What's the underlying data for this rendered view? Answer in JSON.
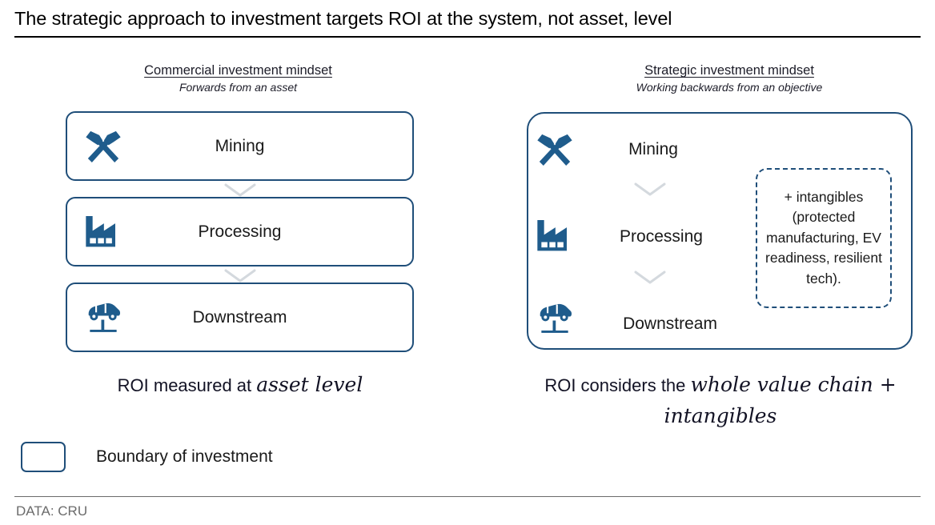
{
  "title": "The strategic approach to investment targets ROI at the system, not asset, level",
  "columns": {
    "left": {
      "heading": "Commercial investment mindset",
      "subheading": "Forwards from an asset",
      "stages": [
        {
          "label": "Mining",
          "icon": "crossed-hammers-icon"
        },
        {
          "label": "Processing",
          "icon": "factory-icon"
        },
        {
          "label": "Downstream",
          "icon": "car-on-lift-icon"
        }
      ],
      "caption_plain": "ROI measured at ",
      "caption_script": "asset level"
    },
    "right": {
      "heading": "Strategic investment mindset",
      "subheading": "Working backwards from an objective",
      "stages": [
        {
          "label": "Mining",
          "icon": "crossed-hammers-icon"
        },
        {
          "label": "Processing",
          "icon": "factory-icon"
        },
        {
          "label": "Downstream",
          "icon": "car-on-lift-icon"
        }
      ],
      "intangibles_note": "+ intangibles (protected manufacturing, EV readiness, resilient tech).",
      "caption_plain": "ROI considers the ",
      "caption_script": "whole value chain + intangibles"
    }
  },
  "legend": {
    "label": "Boundary of investment"
  },
  "footer": {
    "source": "DATA: CRU"
  },
  "colors": {
    "navy_border": "#1F4E79",
    "icon_blue": "#1F5C8C",
    "chevron_gray": "#D4D9DE",
    "footer_gray": "#6b6b6b",
    "text_dark": "#1a1a1a"
  }
}
